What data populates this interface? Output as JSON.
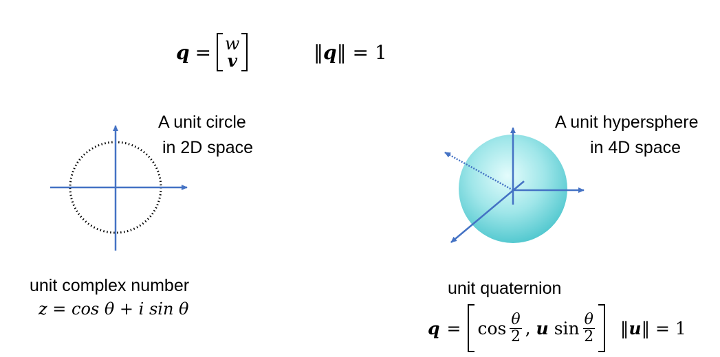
{
  "top_formula": {
    "lhs": "q",
    "equals": "=",
    "matrix_top": "w",
    "matrix_bottom": "v",
    "norm_left": "‖",
    "norm_var": "q",
    "norm_right": "‖ = 1"
  },
  "left_panel": {
    "caption_line1": "A unit circle",
    "caption_line2": "in 2D space",
    "bottom_label": "unit complex number",
    "formula": "z = cos θ + i sin θ"
  },
  "right_panel": {
    "caption_line1": "A unit hypersphere",
    "caption_line2": "in 4D space",
    "bottom_label": "unit quaternion",
    "formula": {
      "lhs": "q",
      "equals": "=",
      "cos": "cos",
      "theta": "θ",
      "two": "2",
      "comma": ",",
      "u": "u",
      "sin": "sin",
      "norm_open": "‖",
      "norm_var": "u",
      "norm_close": "‖ = 1"
    }
  },
  "colors": {
    "axis": "#4472C4",
    "sphere_light": "#d9fbfb",
    "sphere_dark": "#55c9d0",
    "circle": "#000000"
  }
}
